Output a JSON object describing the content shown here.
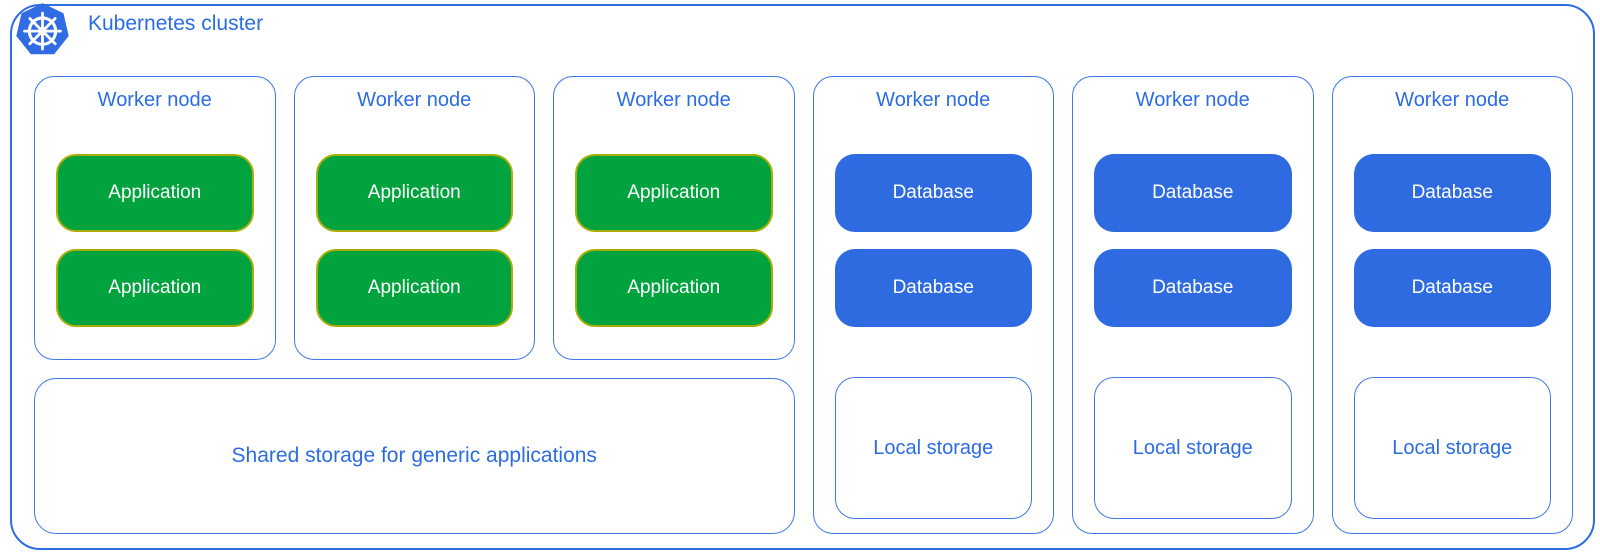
{
  "colors": {
    "accent_blue": "#2e6ce4",
    "node_border_blue": "#3f78e8",
    "database_blue": "#2e6be0",
    "application_green": "#00a33e",
    "application_border_olive": "#a9ad08",
    "logo_blue": "#326ce5",
    "pod_text": "#ffffff",
    "label_text_blue": "#2b6ce4"
  },
  "cluster": {
    "title": "Kubernetes cluster",
    "logo_icon": "kubernetes-helm-wheel"
  },
  "worker_nodes": [
    {
      "label": "Worker node",
      "type": "application",
      "pods": [
        "Application",
        "Application"
      ]
    },
    {
      "label": "Worker node",
      "type": "application",
      "pods": [
        "Application",
        "Application"
      ]
    },
    {
      "label": "Worker node",
      "type": "application",
      "pods": [
        "Application",
        "Application"
      ]
    },
    {
      "label": "Worker node",
      "type": "database",
      "pods": [
        "Database",
        "Database"
      ],
      "storage": "Local storage"
    },
    {
      "label": "Worker node",
      "type": "database",
      "pods": [
        "Database",
        "Database"
      ],
      "storage": "Local storage"
    },
    {
      "label": "Worker node",
      "type": "database",
      "pods": [
        "Database",
        "Database"
      ],
      "storage": "Local storage"
    }
  ],
  "shared_storage": {
    "label": "Shared storage for generic applications"
  }
}
